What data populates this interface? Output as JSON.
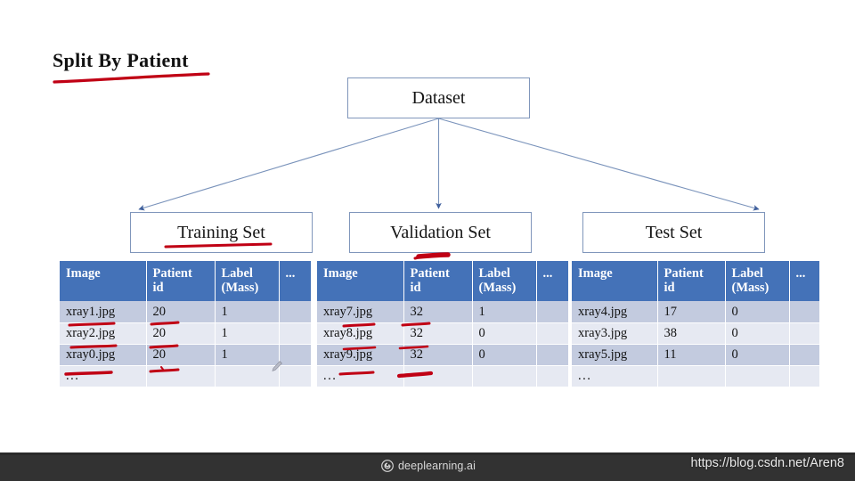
{
  "title": "Split By Patient",
  "flow": {
    "root": {
      "label": "Dataset"
    },
    "children": [
      {
        "label": "Training Set"
      },
      {
        "label": "Validation Set"
      },
      {
        "label": "Test Set"
      }
    ]
  },
  "tables": {
    "columns": [
      "Image",
      "Patient id",
      "Label (Mass)",
      "..."
    ],
    "header": {
      "image": "Image",
      "patient_line1": "Patient",
      "patient_line2": "id",
      "label_line1": "Label",
      "label_line2": "(Mass)",
      "dots": "..."
    },
    "ellipsis_row": "...",
    "training": {
      "name": "Training Set",
      "rows": [
        {
          "image": "xray1.jpg",
          "patient_id": "20",
          "label": "1",
          "extra": ""
        },
        {
          "image": "xray2.jpg",
          "patient_id": "20",
          "label": "1",
          "extra": ""
        },
        {
          "image": "xray0.jpg",
          "patient_id": "20",
          "label": "1",
          "extra": ""
        }
      ]
    },
    "validation": {
      "name": "Validation Set",
      "rows": [
        {
          "image": "xray7.jpg",
          "patient_id": "32",
          "label": "1",
          "extra": ""
        },
        {
          "image": "xray8.jpg",
          "patient_id": "32",
          "label": "0",
          "extra": ""
        },
        {
          "image": "xray9.jpg",
          "patient_id": "32",
          "label": "0",
          "extra": ""
        }
      ]
    },
    "test": {
      "name": "Test Set",
      "rows": [
        {
          "image": "xray4.jpg",
          "patient_id": "17",
          "label": "0",
          "extra": ""
        },
        {
          "image": "xray3.jpg",
          "patient_id": "38",
          "label": "0",
          "extra": ""
        },
        {
          "image": "xray5.jpg",
          "patient_id": "11",
          "label": "0",
          "extra": ""
        }
      ]
    }
  },
  "footer": {
    "brand": "deeplearning.ai",
    "watermark": "https://blog.csdn.net/Aren8"
  },
  "colors": {
    "table_header_blue": "#4472b8",
    "row_dark": "#c3cbdf",
    "row_light": "#e6e9f2",
    "box_border": "#8096bb",
    "connector": "#7a93bb",
    "annotation_red": "#c00014",
    "footer_bar": "#323232",
    "background": "#ffffff"
  }
}
